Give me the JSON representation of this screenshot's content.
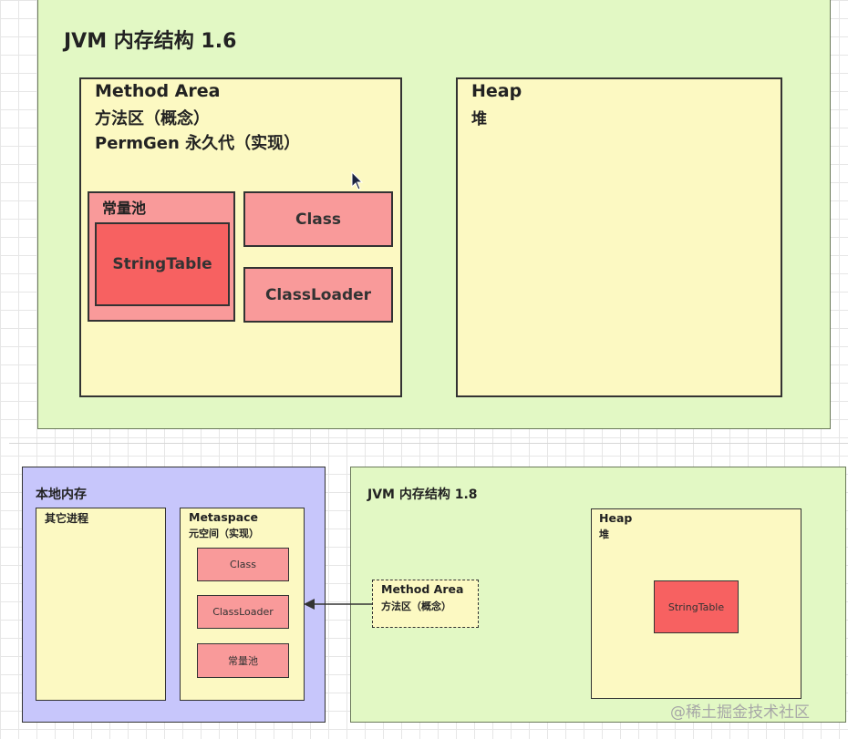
{
  "jvm16": {
    "title": "JVM 内存结构 1.6",
    "method_area": {
      "line1": "Method Area",
      "line2": "方法区（概念）",
      "line3": "PermGen 永久代（实现）",
      "pool_label": "常量池",
      "string_table": "StringTable",
      "class": "Class",
      "class_loader": "ClassLoader"
    },
    "heap": {
      "line1": "Heap",
      "line2": "堆"
    }
  },
  "native": {
    "title": "本地内存",
    "other_process": "其它进程",
    "metaspace": {
      "line1": "Metaspace",
      "line2": "元空间（实现）",
      "class": "Class",
      "class_loader": "ClassLoader",
      "pool": "常量池"
    }
  },
  "jvm18": {
    "title": "JVM 内存结构 1.8",
    "method_area": {
      "line1": "Method Area",
      "line2": "方法区（概念）"
    },
    "heap": {
      "line1": "Heap",
      "line2": "堆",
      "string_table": "StringTable"
    }
  },
  "watermark": "@稀土掘金技术社区",
  "colors": {
    "green_bg": "#e2f8c4",
    "yellow": "#fcf9c2",
    "pink": "#f99a9a",
    "red": "#f76161",
    "purple": "#c7c6fb"
  }
}
